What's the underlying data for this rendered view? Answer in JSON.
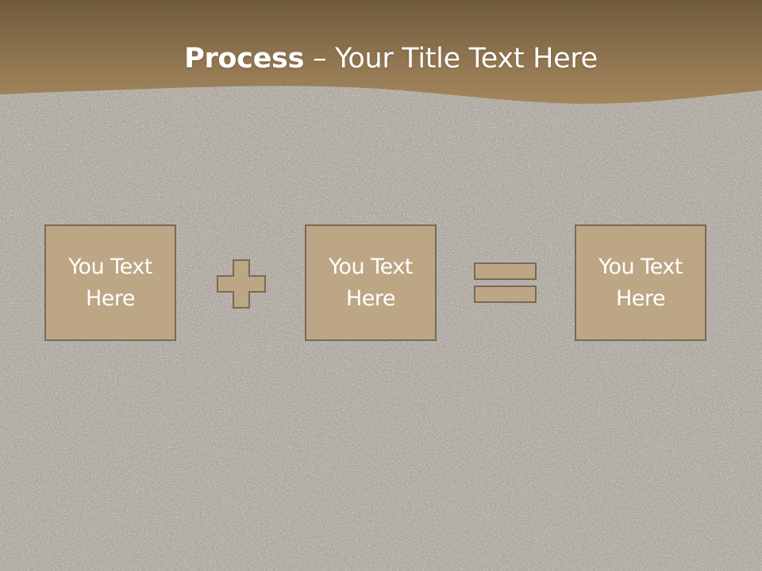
{
  "slide": {
    "title_bold": "Process",
    "title_rest": " – Your Title Text Here",
    "boxes": [
      {
        "text": "You Text Here"
      },
      {
        "text": "You Text Here"
      },
      {
        "text": "You Text Here"
      }
    ],
    "operators": [
      "plus-icon",
      "equals-icon"
    ]
  },
  "colors": {
    "header_brown": "#7a6644",
    "box_fill": "#bda685",
    "box_border": "#7a6a54",
    "background_stone": "#a9a59c"
  }
}
